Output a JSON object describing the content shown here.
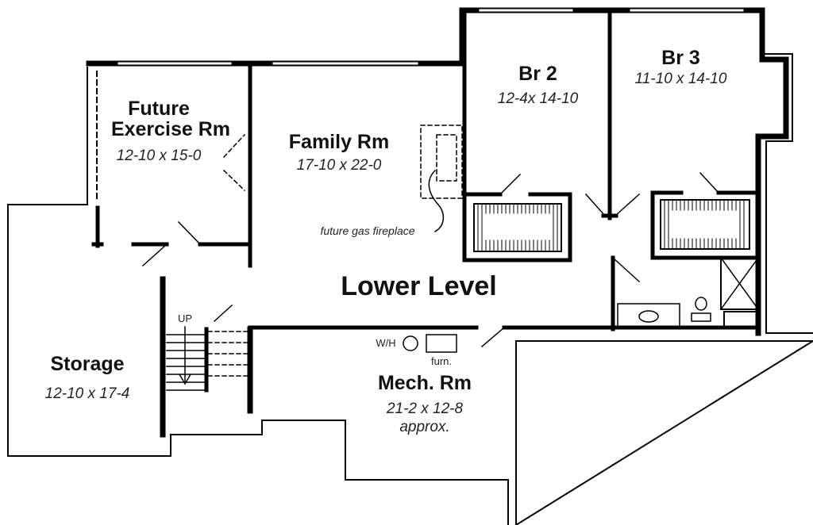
{
  "plan": {
    "level_title": "Lower Level",
    "rooms": {
      "exercise": {
        "name_line1": "Future",
        "name_line2": "Exercise Rm",
        "dims": "12-10 x 15-0"
      },
      "family": {
        "name": "Family Rm",
        "dims": "17-10 x 22-0"
      },
      "br2": {
        "name": "Br 2",
        "dims": "12-4x 14-10"
      },
      "br3": {
        "name": "Br 3",
        "dims": "11-10 x 14-10"
      },
      "storage": {
        "name": "Storage",
        "dims": "12-10 x 17-4"
      },
      "mech": {
        "name": "Mech. Rm",
        "dims": "21-2 x 12-8",
        "note": "approx."
      }
    },
    "annotations": {
      "fireplace": "future gas fireplace",
      "stairs": "UP",
      "water_heater": "W/H",
      "furnace": "furn."
    }
  }
}
